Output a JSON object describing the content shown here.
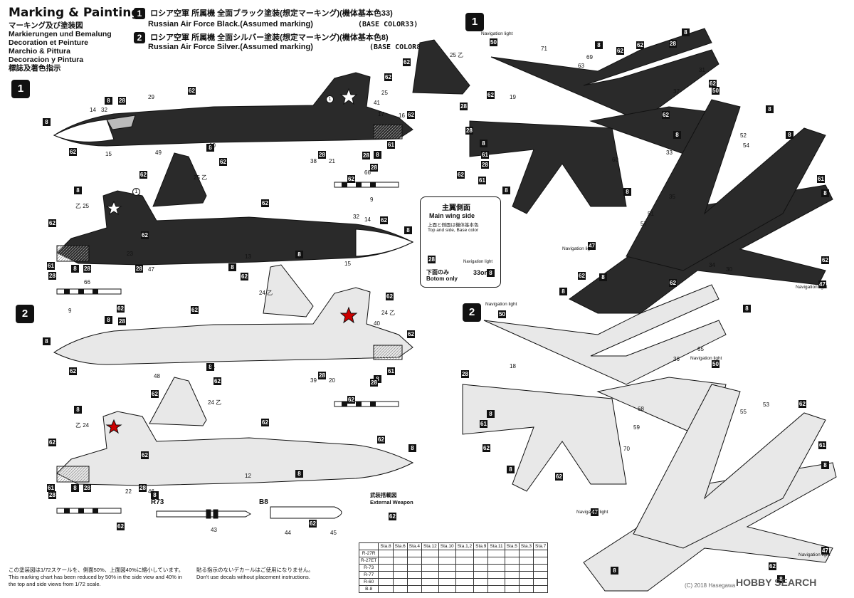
{
  "header": {
    "title": "Marking & Painting",
    "subtitles": [
      "マーキング及び塗装図",
      "Markierungen und Bemalung",
      "Decoration et Peinture",
      "Marchio & Pittura",
      "Decoracion y Pintura",
      "標誌及著色指示"
    ]
  },
  "schemes": [
    {
      "num": "1",
      "jp": "ロシア空軍 所属機 全面ブラック塗装(想定マーキング)(機体基本色33)",
      "en": "Russian Air Force Black.(Assumed marking)",
      "base": "(BASE COLOR33)"
    },
    {
      "num": "2",
      "jp": "ロシア空軍 所属機 全面シルバー塗装(想定マーキング)(機体基本色8)",
      "en": "Russian Air Force Silver.(Assumed marking)",
      "base": "(BASE COLOR8)"
    }
  ],
  "labels": {
    "nav_light": "Navigation light",
    "main_wing_jp": "主翼側面",
    "main_wing_en": "Main wing side",
    "main_wing_note_jp": "上面と側面は機体基本色",
    "main_wing_note_en": "Top and side, Base color",
    "bottom_only_jp": "下面のみ",
    "bottom_only_en": "Botom only",
    "or": "or",
    "r73": "R73",
    "b8": "B8",
    "ext_weapon_jp": "武装搭載図",
    "ext_weapon_en": "External Weapon",
    "note1_jp": "この塗装図は1/72スケールを、側面50%、上面図40%に縮小しています。",
    "note1_en": "This marking chart has been reduced by 50% in the side view and 40% in the top and side views from 1/72 scale.",
    "note2_jp": "貼る指示のないデカールはご使用になりません。",
    "note2_en": "Don't use decals without placement instructions.",
    "watermark": "HOBBY SEARCH",
    "copyright": "(C) 2018 Hasegawa"
  },
  "weapons_table": {
    "headers": [
      "",
      "Sta.8",
      "Sta.6",
      "Sta.4",
      "Sta.12",
      "Sta.10",
      "Sta.1,2",
      "Sta.9",
      "Sta.11",
      "Sta.5",
      "Sta.3",
      "Sta.7"
    ],
    "rows": [
      "R-27R",
      "R-27ET",
      "R-73",
      "R-77",
      "R-60",
      "B-8"
    ]
  },
  "callouts": {
    "c8": "8",
    "c28": "28",
    "c62": "62",
    "c61": "61",
    "c1": "1",
    "c2": "2",
    "c14": "14",
    "c32": "32",
    "c15": "15",
    "c29": "29",
    "c49": "49",
    "c10": "10",
    "c38": "38",
    "c21": "21",
    "c41": "41",
    "c17": "17",
    "c16": "16",
    "c25": "25",
    "c25z": "25 乙",
    "c24": "24",
    "c24z": "24 乙",
    "c23": "23",
    "c47": "47",
    "c13": "13",
    "c66": "66",
    "c9": "9",
    "c48": "48",
    "c11": "11",
    "c39": "39",
    "c20": "20",
    "c40": "40",
    "c22": "22",
    "c46": "46",
    "c12": "12",
    "c43": "43",
    "c44": "44",
    "c45": "45",
    "c50": "50",
    "c71": "71",
    "c69": "69",
    "c63": "63",
    "c37": "37",
    "c31": "31",
    "c19": "19",
    "c60": "60",
    "c35": "35",
    "c33": "33",
    "c34": "34",
    "c30": "30",
    "c51": "51",
    "c57": "57",
    "c54": "54",
    "c52": "52",
    "c53": "53",
    "c65": "65",
    "c68": "68",
    "c59": "59",
    "c70": "70",
    "c55": "55",
    "c36": "36",
    "c18": "18",
    "c65b": "65",
    "c1z": "乙 25",
    "c2z": "乙 24"
  }
}
